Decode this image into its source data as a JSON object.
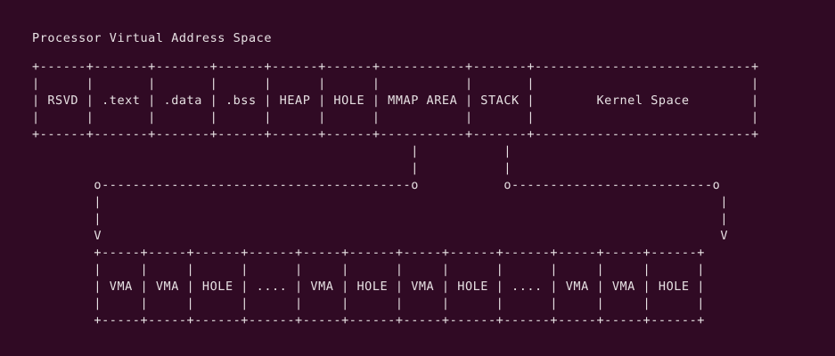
{
  "terminal": {
    "background_color": "#300a24",
    "foreground_color": "#e7e1e3",
    "font_kind": "monospace"
  },
  "heading": {
    "text": "Processor Virtual Address Space"
  },
  "diagram": {
    "type": "ascii-art",
    "top_region_label": "Processor Virtual Address Space",
    "top_segments": [
      "RSVD",
      ".text",
      ".data",
      ".bss",
      "HEAP",
      "HOLE",
      "MMAP AREA",
      "STACK",
      "Kernel Space"
    ],
    "bottom_segments": [
      "VMA",
      "VMA",
      "HOLE",
      "....",
      "VMA",
      "HOLE",
      "VMA",
      "HOLE",
      "....",
      "VMA",
      "VMA",
      "HOLE"
    ],
    "connector_glyphs": {
      "corner": "o",
      "horizontal": "-",
      "vertical": "|",
      "arrowhead": "V",
      "junction": "+"
    },
    "art": "+------+-------+-------+------+------+------+-----------+-------+----------------------------+\n|      |       |       |      |      |      |           |       |                            |\n| RSVD | .text | .data | .bss | HEAP | HOLE | MMAP AREA | STACK |        Kernel Space        |\n|      |       |       |      |      |      |           |       |                            |\n+------+-------+-------+------+------+------+-----------+-------+----------------------------+\n                                                 |           |\n                                                 |           |\n        o----------------------------------------o           o--------------------------o\n        |                                                                                |\n        |                                                                                |\n        V                                                                                V\n        +-----+-----+------+------+-----+------+-----+------+------+-----+-----+------+\n        |     |     |      |      |     |      |     |      |      |     |     |      |\n        | VMA | VMA | HOLE | .... | VMA | HOLE | VMA | HOLE | .... | VMA | VMA | HOLE |\n        |     |     |      |      |     |      |     |      |      |     |     |      |\n        +-----+-----+------+------+-----+------+-----+------+------+-----+-----+------+"
  }
}
